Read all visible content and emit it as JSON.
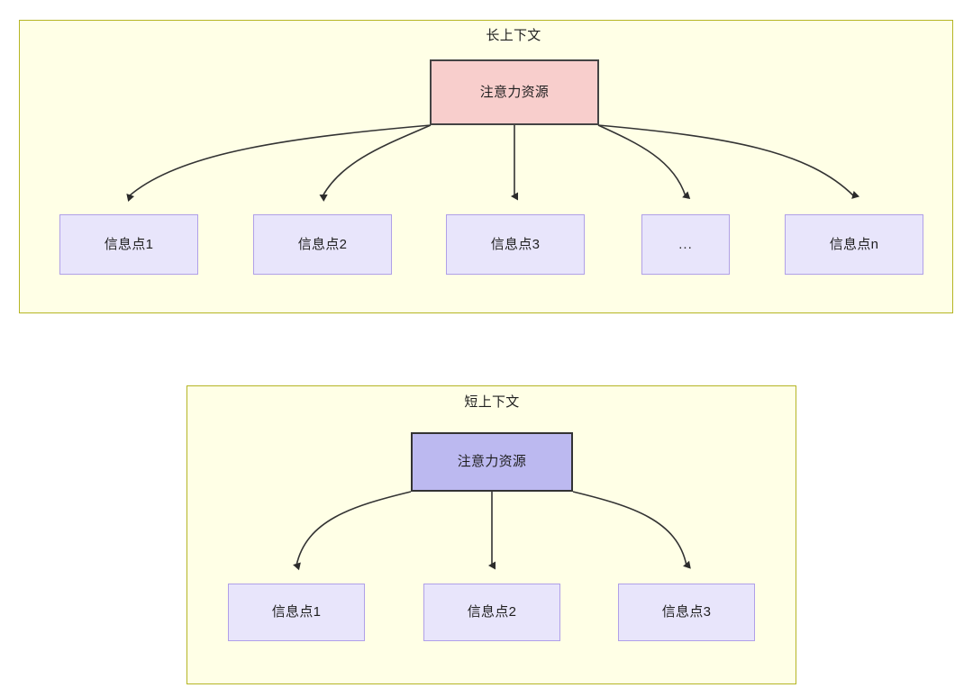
{
  "diagram": {
    "type": "flow-diagram",
    "background_color": "#ffffff",
    "palette": {
      "container_fill": "#ffffe6",
      "container_stroke": "#b5b525",
      "attention_long_fill": "#f8cecc",
      "attention_long_stroke": "#444444",
      "attention_short_fill": "#bcb9f0",
      "attention_short_stroke": "#333333",
      "info_fill": "#e8e5fb",
      "info_stroke": "#b0a0e8",
      "edge_stroke": "#333333"
    },
    "groups": [
      {
        "id": "long-context",
        "title": "长上下文",
        "root": {
          "id": "attention-long",
          "label": "注意力资源"
        },
        "children": [
          {
            "id": "info-point-1",
            "label": "信息点1"
          },
          {
            "id": "info-point-2",
            "label": "信息点2"
          },
          {
            "id": "info-point-3",
            "label": "信息点3"
          },
          {
            "id": "info-point-ellipsis",
            "label": "..."
          },
          {
            "id": "info-point-n",
            "label": "信息点n"
          }
        ]
      },
      {
        "id": "short-context",
        "title": "短上下文",
        "root": {
          "id": "attention-short",
          "label": "注意力资源"
        },
        "children": [
          {
            "id": "info-point-s1",
            "label": "信息点1"
          },
          {
            "id": "info-point-s2",
            "label": "信息点2"
          },
          {
            "id": "info-point-s3",
            "label": "信息点3"
          }
        ]
      }
    ]
  }
}
